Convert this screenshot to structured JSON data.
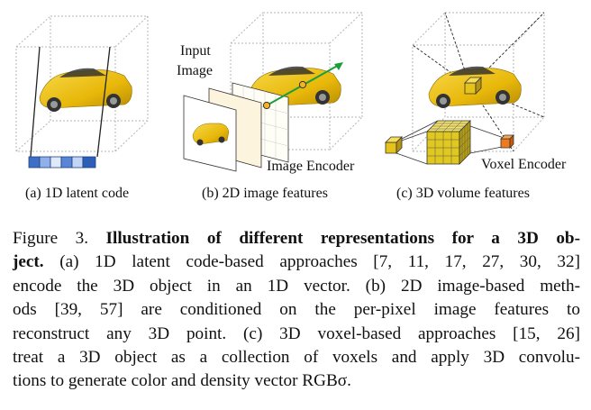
{
  "panels": [
    {
      "caption": "(a) 1D latent code"
    },
    {
      "caption": "(b) 2D image features",
      "label_input": "Input",
      "label_image": "Image",
      "label_encoder": "Image Encoder"
    },
    {
      "caption": "(c) 3D volume features",
      "label_encoder": "Voxel Encoder"
    }
  ],
  "caption": {
    "lead": "Figure 3. ",
    "bold": "Illustration of different representations for a 3D ob-",
    "bold_end": "ject.",
    "lines": [
      " (a) 1D latent code-based approaches [7, 11, 17, 27, 30, 32]",
      "encode the 3D object in an 1D vector. (b) 2D image-based meth-",
      "ods [39, 57] are conditioned on the per-pixel image features to",
      "reconstruct any 3D point. (c) 3D voxel-based approaches [15, 26]",
      "treat a 3D object as a collection of voxels and apply 3D convolu-",
      "tions to generate color and density vector RGBσ."
    ]
  },
  "colors": {
    "car": "#f2c20f",
    "latent_blue": "#3e6fc4",
    "arrow": "#1a9e3a",
    "voxel": "#e0c81e",
    "voxel_small": "#f07a1e"
  }
}
